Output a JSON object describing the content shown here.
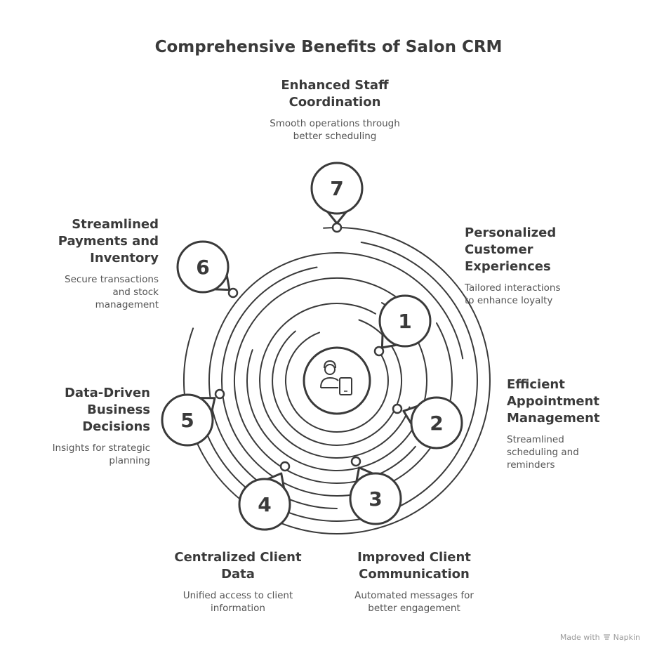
{
  "title": "Comprehensive Benefits of Salon CRM",
  "center_icon": "person-tablet-icon",
  "benefits": [
    {
      "number": "1",
      "heading": [
        "Personalized",
        "Customer",
        "Experiences"
      ],
      "description": [
        "Tailored interactions",
        "to enhance loyalty"
      ]
    },
    {
      "number": "2",
      "heading": [
        "Efficient",
        "Appointment",
        "Management"
      ],
      "description": [
        "Streamlined",
        "scheduling and",
        "reminders"
      ]
    },
    {
      "number": "3",
      "heading": [
        "Improved Client",
        "Communication"
      ],
      "description": [
        "Automated messages for",
        "better engagement"
      ]
    },
    {
      "number": "4",
      "heading": [
        "Centralized Client",
        "Data"
      ],
      "description": [
        "Unified access to client",
        "information"
      ]
    },
    {
      "number": "5",
      "heading": [
        "Data-Driven",
        "Business",
        "Decisions"
      ],
      "description": [
        "Insights for strategic",
        "planning"
      ]
    },
    {
      "number": "6",
      "heading": [
        "Streamlined",
        "Payments and",
        "Inventory"
      ],
      "description": [
        "Secure transactions",
        "and stock",
        "management"
      ]
    },
    {
      "number": "7",
      "heading": [
        "Enhanced Staff",
        "Coordination"
      ],
      "description": [
        "Smooth operations through",
        "better scheduling"
      ]
    }
  ],
  "footer": {
    "text": "Made with",
    "brand": "Napkin"
  },
  "colors": {
    "stroke": "#3a3a3a",
    "background": "#ffffff"
  }
}
